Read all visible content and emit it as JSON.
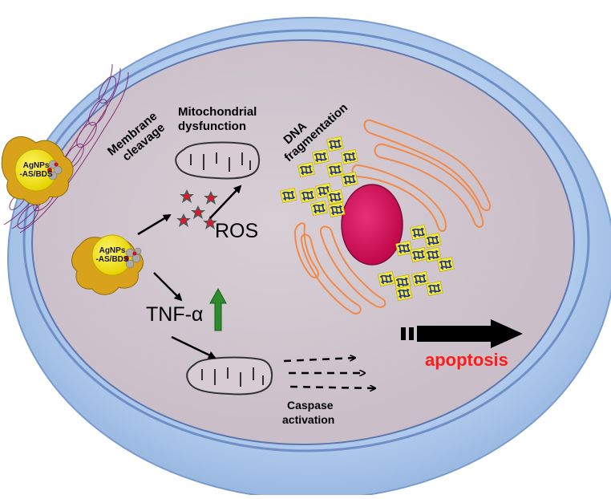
{
  "labels": {
    "membrane_cleavage": [
      "Membrane",
      "cleavage"
    ],
    "mito_dysfunction": [
      "Mitochondrial",
      "dysfunction"
    ],
    "dna_fragmentation": [
      "DNA",
      "fragmentation"
    ],
    "ros": "ROS",
    "tnf": "TNF-α",
    "caspase_activation": [
      "Caspase",
      "activation"
    ],
    "apoptosis": "apoptosis",
    "nanoparticle": [
      "AgNPs",
      "-AS/BDS"
    ]
  },
  "colors": {
    "cell_outer": "#a8c6ea",
    "cytoplasm": "#cfc3cc",
    "nucleus": "#d6145e",
    "er": "#f08a4b",
    "apoptosis_text": "#ff1a1a",
    "up_arrow": "#2e8b2e",
    "nanoparticle_core": "#f6e71a",
    "dna_chip": "#f4ec3a"
  },
  "icons": [
    "nanoparticle-icon",
    "mitochondrion-icon",
    "ros-star-icon",
    "dna-fragment-icon",
    "up-arrow-icon",
    "nucleus-icon"
  ]
}
